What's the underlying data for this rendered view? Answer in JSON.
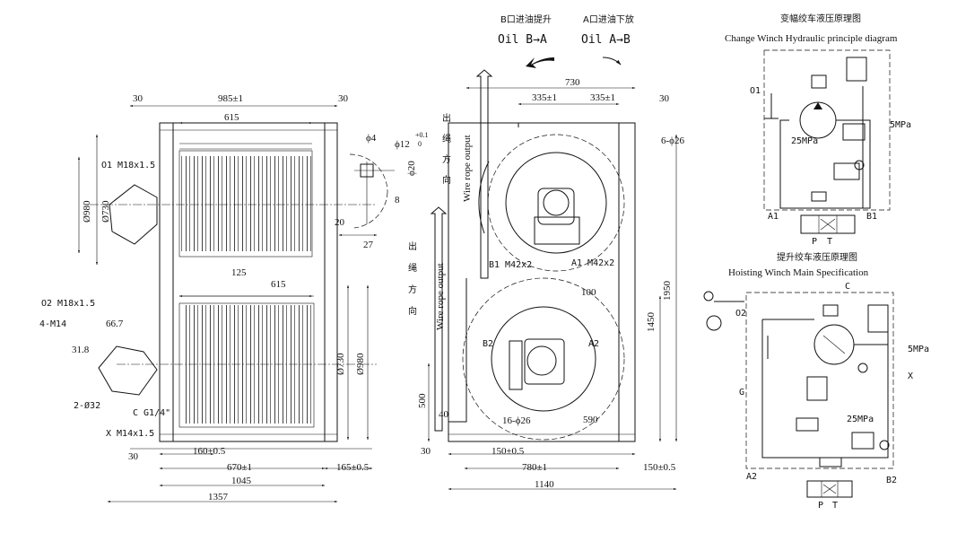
{
  "flow": {
    "b_cn": "B口进油提升",
    "b_en": "Oil B→A",
    "a_cn": "A口进油下放",
    "a_en": "Oil A→B"
  },
  "left_view": {
    "dim_30_left": "30",
    "dim_985": "985±1",
    "dim_30_right": "30",
    "dim_615_top": "615",
    "dim_615_bottom": "615",
    "dia_980_top": "Ø980",
    "dia_730_top": "Ø730",
    "o1_port": "O1 M18x1.5",
    "dim_125": "125",
    "o2_port": "O2 M18x1.5",
    "m14": "4-M14",
    "dim_66_7": "66.7",
    "dim_31_8": "31.8",
    "dia_32": "2-Ø32",
    "c_port": "C G1/4\"",
    "x_port": "X M14x1.5",
    "dia_730_bottom": "Ø730",
    "dia_980_bottom": "Ø980",
    "dim_30_bottom": "30",
    "dim_160": "160±0.5",
    "dim_670": "670±1",
    "dim_1045": "1045",
    "dim_165": "165±0.5",
    "dim_1357": "1357"
  },
  "detail": {
    "dia_4": "ϕ4",
    "dia_12": "ϕ12",
    "tol_12_top": "+0.1",
    "tol_12_bottom": "0",
    "dia_20": "ϕ20",
    "dim_8": "8",
    "dim_20": "20",
    "dim_27": "27"
  },
  "front_view": {
    "dim_730": "730",
    "dim_335_left": "335±1",
    "dim_335_right": "335±1",
    "dim_30": "30",
    "holes_top": "6-ϕ26",
    "wire_cn_top": [
      "出",
      "绳",
      "方",
      "向"
    ],
    "wire_en_top": "Wire rope output",
    "wire_cn_bottom": [
      "出",
      "绳",
      "方",
      "向"
    ],
    "wire_en_bottom": "Wire rope output",
    "b1_port": "B1 M42x2",
    "a1_port": "A1 M42x2",
    "dim_100": "100",
    "b2": "B2",
    "a2": "A2",
    "dim_1950": "1950",
    "dim_1450": "1450",
    "dim_500": "500",
    "dim_40": "40",
    "holes_bottom": "16-ϕ26",
    "dim_590": "590",
    "dim_30_bottom": "30",
    "dim_150_left": "150±0.5",
    "dim_780": "780±1",
    "dim_150_right": "150±0.5",
    "dim_1140": "1140"
  },
  "schematic_top": {
    "title_cn": "变幅绞车液压原理图",
    "title_en": "Change Winch Hydraulic principle diagram",
    "o1": "O1",
    "p5": "5MPa",
    "p25": "25MPa",
    "a1": "A1",
    "b1": "B1",
    "p": "P",
    "t": "T"
  },
  "schematic_bottom": {
    "title_cn": "提升绞车液压原理图",
    "title_en": "Hoisting Winch Main Specification",
    "c": "C",
    "o2": "O2",
    "p5": "5MPa",
    "x": "X",
    "g": "G",
    "p25": "25MPa",
    "a2": "A2",
    "b2": "B2",
    "p": "P",
    "t": "T"
  }
}
